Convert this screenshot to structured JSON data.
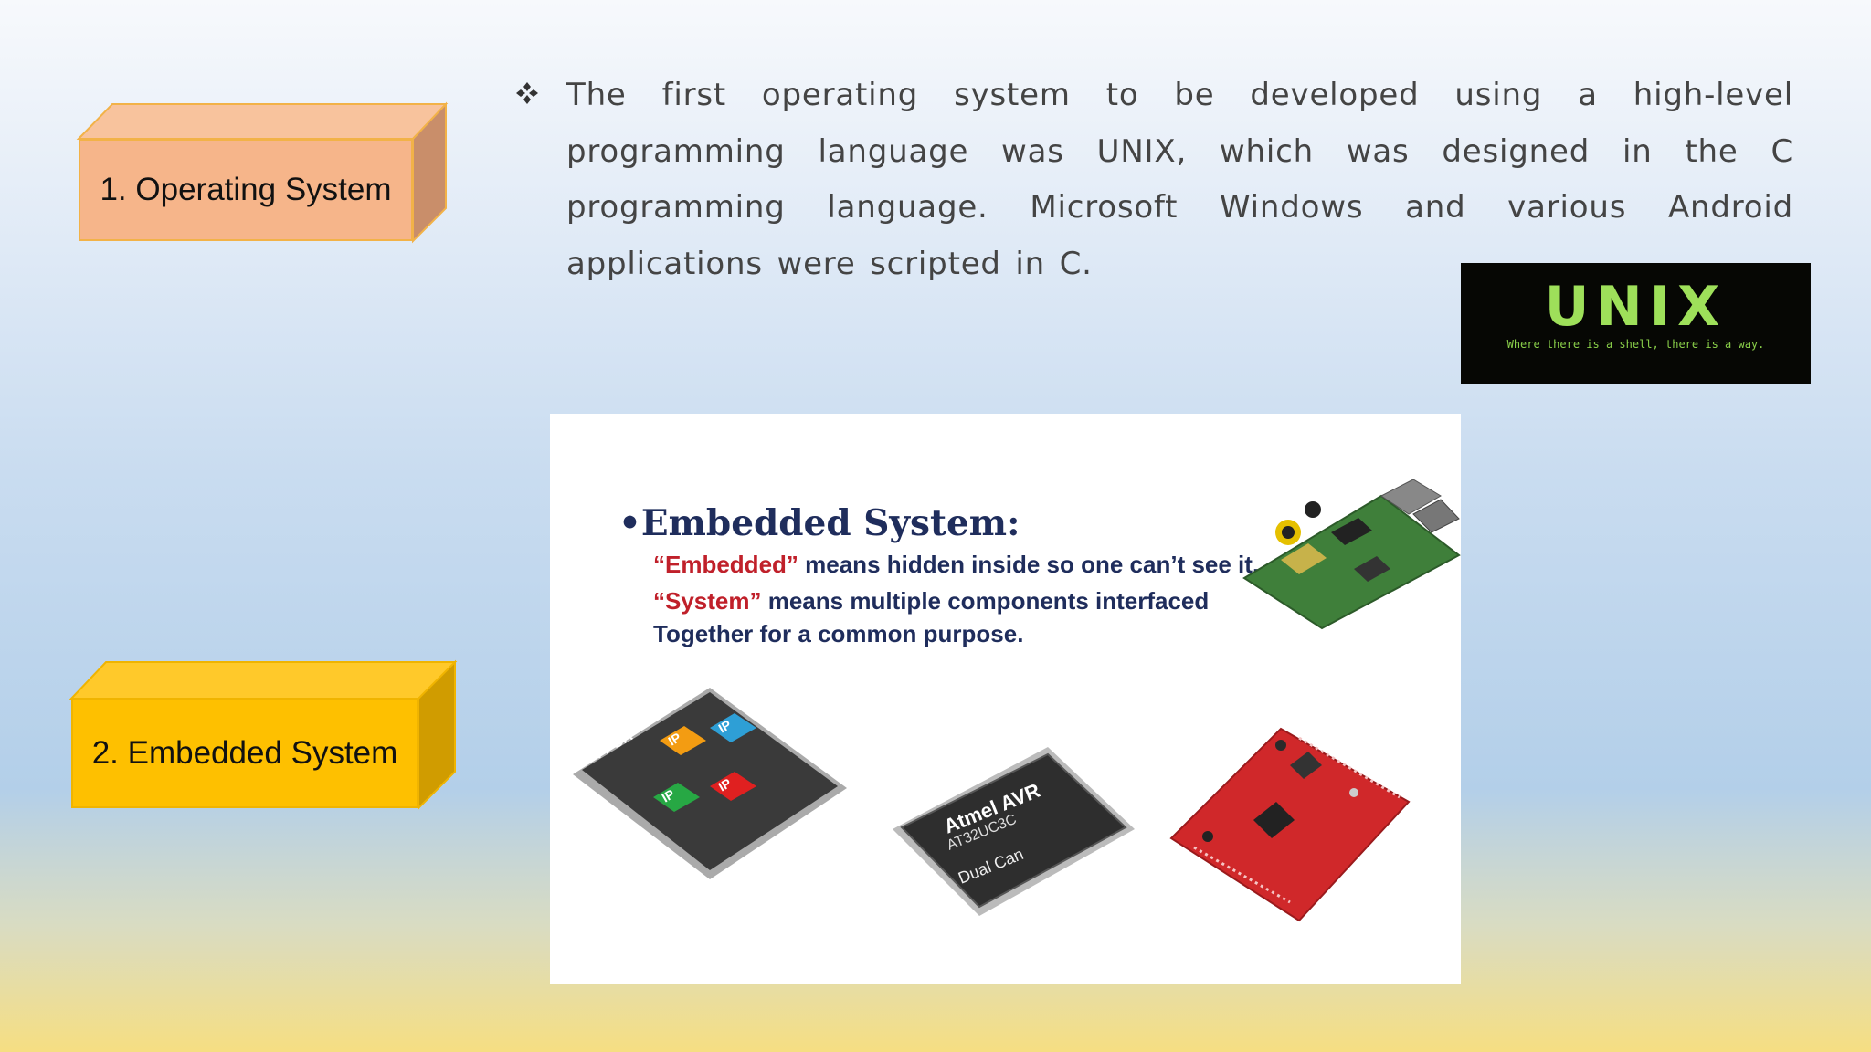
{
  "slide": {
    "items": [
      {
        "label": "1. Operating System"
      },
      {
        "label": "2. Embedded System"
      }
    ],
    "bullet_text": "The first operating system to be developed using a high-level programming language was UNIX, which was designed in the C programming language. Microsoft Windows and various Android applications were scripted in C."
  },
  "unix_image": {
    "logo": "UNIX",
    "tagline": "Where there is a shell, there is a way."
  },
  "embedded_image": {
    "title": "•Embedded System:",
    "line1_highlight": "“Embedded”",
    "line1_rest": " means hidden inside so one can’t see it.",
    "line2_highlight": "“System”",
    "line2_rest": " means multiple components interfaced",
    "line3": "Together for a common purpose.",
    "fpga_label": "FPGA",
    "ip_label": "IP",
    "chip_line1": "Atmel AVR",
    "chip_line2": "AT32UC3C",
    "chip_line3": "Dual Can"
  },
  "colors": {
    "box1_face": "#f6b58a",
    "box2_face": "#fec000",
    "unix_green": "#9ee05a"
  }
}
